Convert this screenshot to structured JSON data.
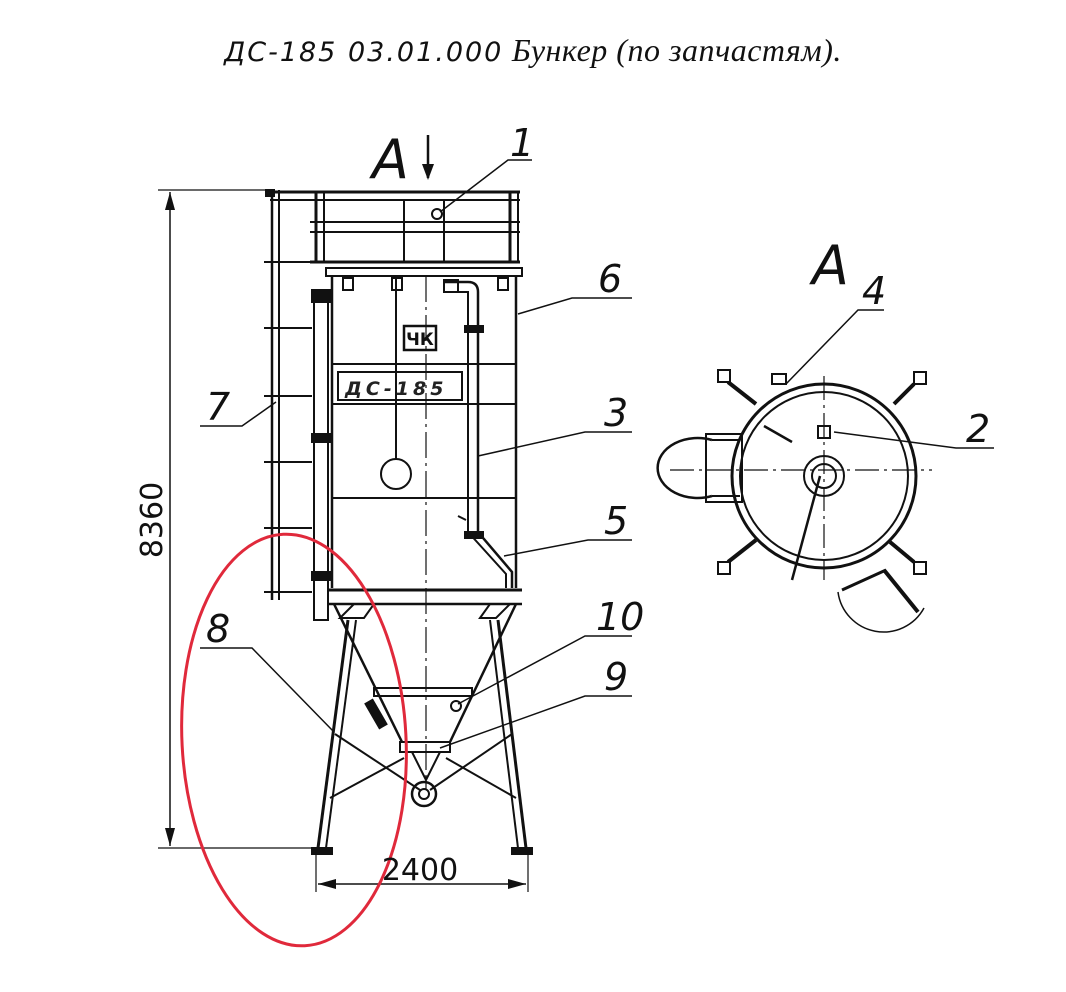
{
  "title": {
    "code": "ДС-185  03.01.000",
    "name": "Бункер (по запчастям)."
  },
  "view_labels": {
    "front_arrow": "А",
    "section": "А"
  },
  "dimensions": {
    "height": "8360",
    "width": "2400"
  },
  "nameplate": "ДС-185",
  "logo": "ЧК",
  "callouts": [
    "1",
    "2",
    "3",
    "4",
    "5",
    "6",
    "7",
    "8",
    "9",
    "10"
  ],
  "highlight": {
    "color": "#e0293b",
    "target": "8"
  },
  "colors": {
    "line": "#111111",
    "highlight": "#e0293b"
  }
}
